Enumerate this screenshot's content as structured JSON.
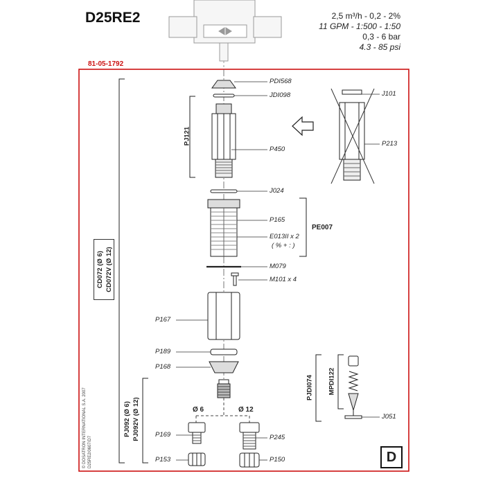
{
  "header": {
    "model": "D25RE2",
    "specs": [
      "2,5 m³/h - 0,2 - 2%",
      "11 GPM - 1:500 - 1:50",
      "0,3 - 6 bar",
      "4.3 - 85 psi"
    ],
    "reference": "81-05-1792"
  },
  "parts": {
    "pdi568": "PDI568",
    "jdi098": "JDI098",
    "j101": "J101",
    "p450": "P450",
    "p213": "P213",
    "j024": "J024",
    "p165": "P165",
    "e013": "E013II x 2",
    "e013_sub": "( % + : )",
    "m079": "M079",
    "m101": "M101 x 4",
    "p167": "P167",
    "p189": "P189",
    "p168": "P168",
    "d6": "Ø 6",
    "d12": "Ø 12",
    "p169": "P169",
    "p245": "P245",
    "p153": "P153",
    "p150": "P150",
    "j051": "J051"
  },
  "groups": {
    "pj121": "PJ121",
    "pe007": "PE007",
    "cd072_a": "CD072 (Ø 6)",
    "cd072_b": "CD072V (Ø 12)",
    "pj092_a": "PJ092 (Ø 6)",
    "pj092_b": "PJ092V (Ø 12)",
    "pjdi074": "PJDI074",
    "mpdi122": "MPDI122"
  },
  "footer": {
    "copyright": "© DOSATRON INTERNATIONAL S.A. 2007",
    "doc": "D25RE2/0607/D7",
    "section": "D"
  },
  "colors": {
    "frame": "#cc1111",
    "line": "#333333"
  }
}
